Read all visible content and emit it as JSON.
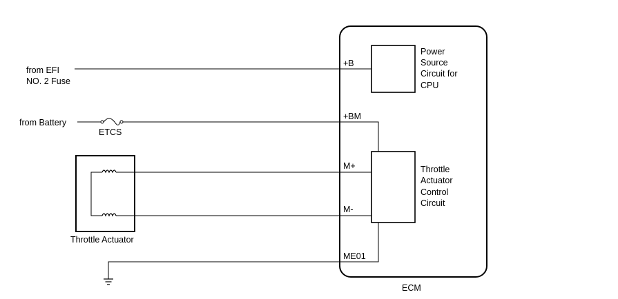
{
  "diagram": {
    "external": {
      "efi_line1": "from EFI",
      "efi_line2": "NO. 2 Fuse",
      "battery": "from Battery",
      "fuse": "ETCS",
      "actuator": "Throttle Actuator"
    },
    "ecm": {
      "label": "ECM",
      "pins": {
        "b": "+B",
        "bm": "+BM",
        "m_plus": "M+",
        "m_minus": "M-",
        "me01": "ME01"
      },
      "power_block": [
        "Power",
        "Source",
        "Circuit for",
        "CPU"
      ],
      "throttle_block": [
        "Throttle",
        "Actuator",
        "Control",
        "Circuit"
      ]
    }
  }
}
